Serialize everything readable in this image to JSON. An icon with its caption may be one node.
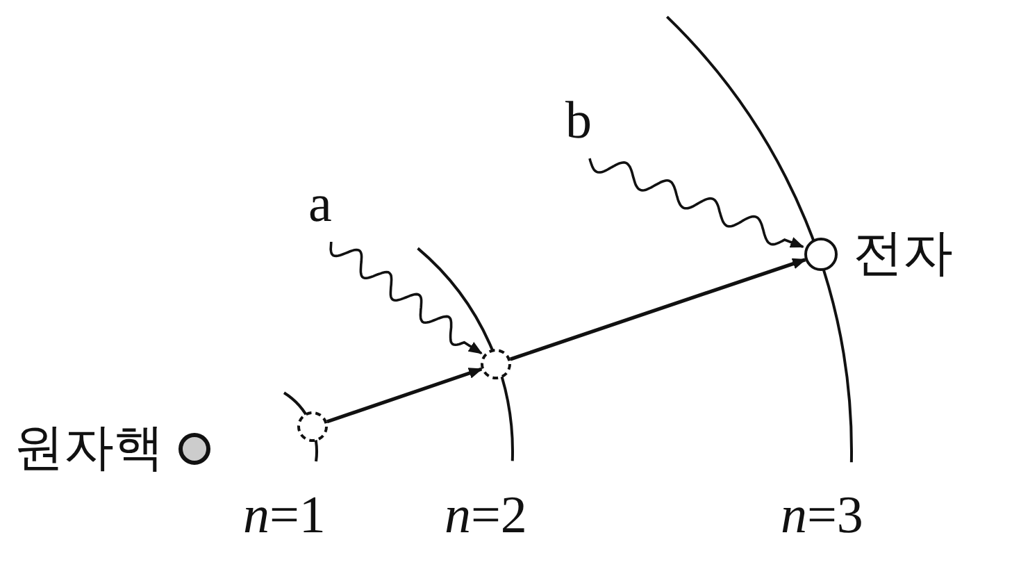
{
  "diagram": {
    "nodes": [
      {
        "text": [
          "원자핵"
        ]
      },
      {
        "text": [],
        "shape": "circle"
      },
      {
        "text": [],
        "shape": "circle"
      },
      {
        "text": [
          "전자"
        ]
      },
      {
        "text": [
          "a"
        ]
      },
      {
        "text": [
          "b"
        ]
      }
    ],
    "edges": [
      {
        "from": 1,
        "to": 2,
        "arrow": "to"
      },
      {
        "from": 2,
        "to": 3,
        "arrow": "to"
      },
      {
        "from": 4,
        "to": 2,
        "arrow": "to"
      },
      {
        "from": 5,
        "to": 3,
        "arrow": "to"
      }
    ],
    "labels": [
      "*n*=1",
      "*n*=2",
      "*n*=3"
    ]
  }
}
